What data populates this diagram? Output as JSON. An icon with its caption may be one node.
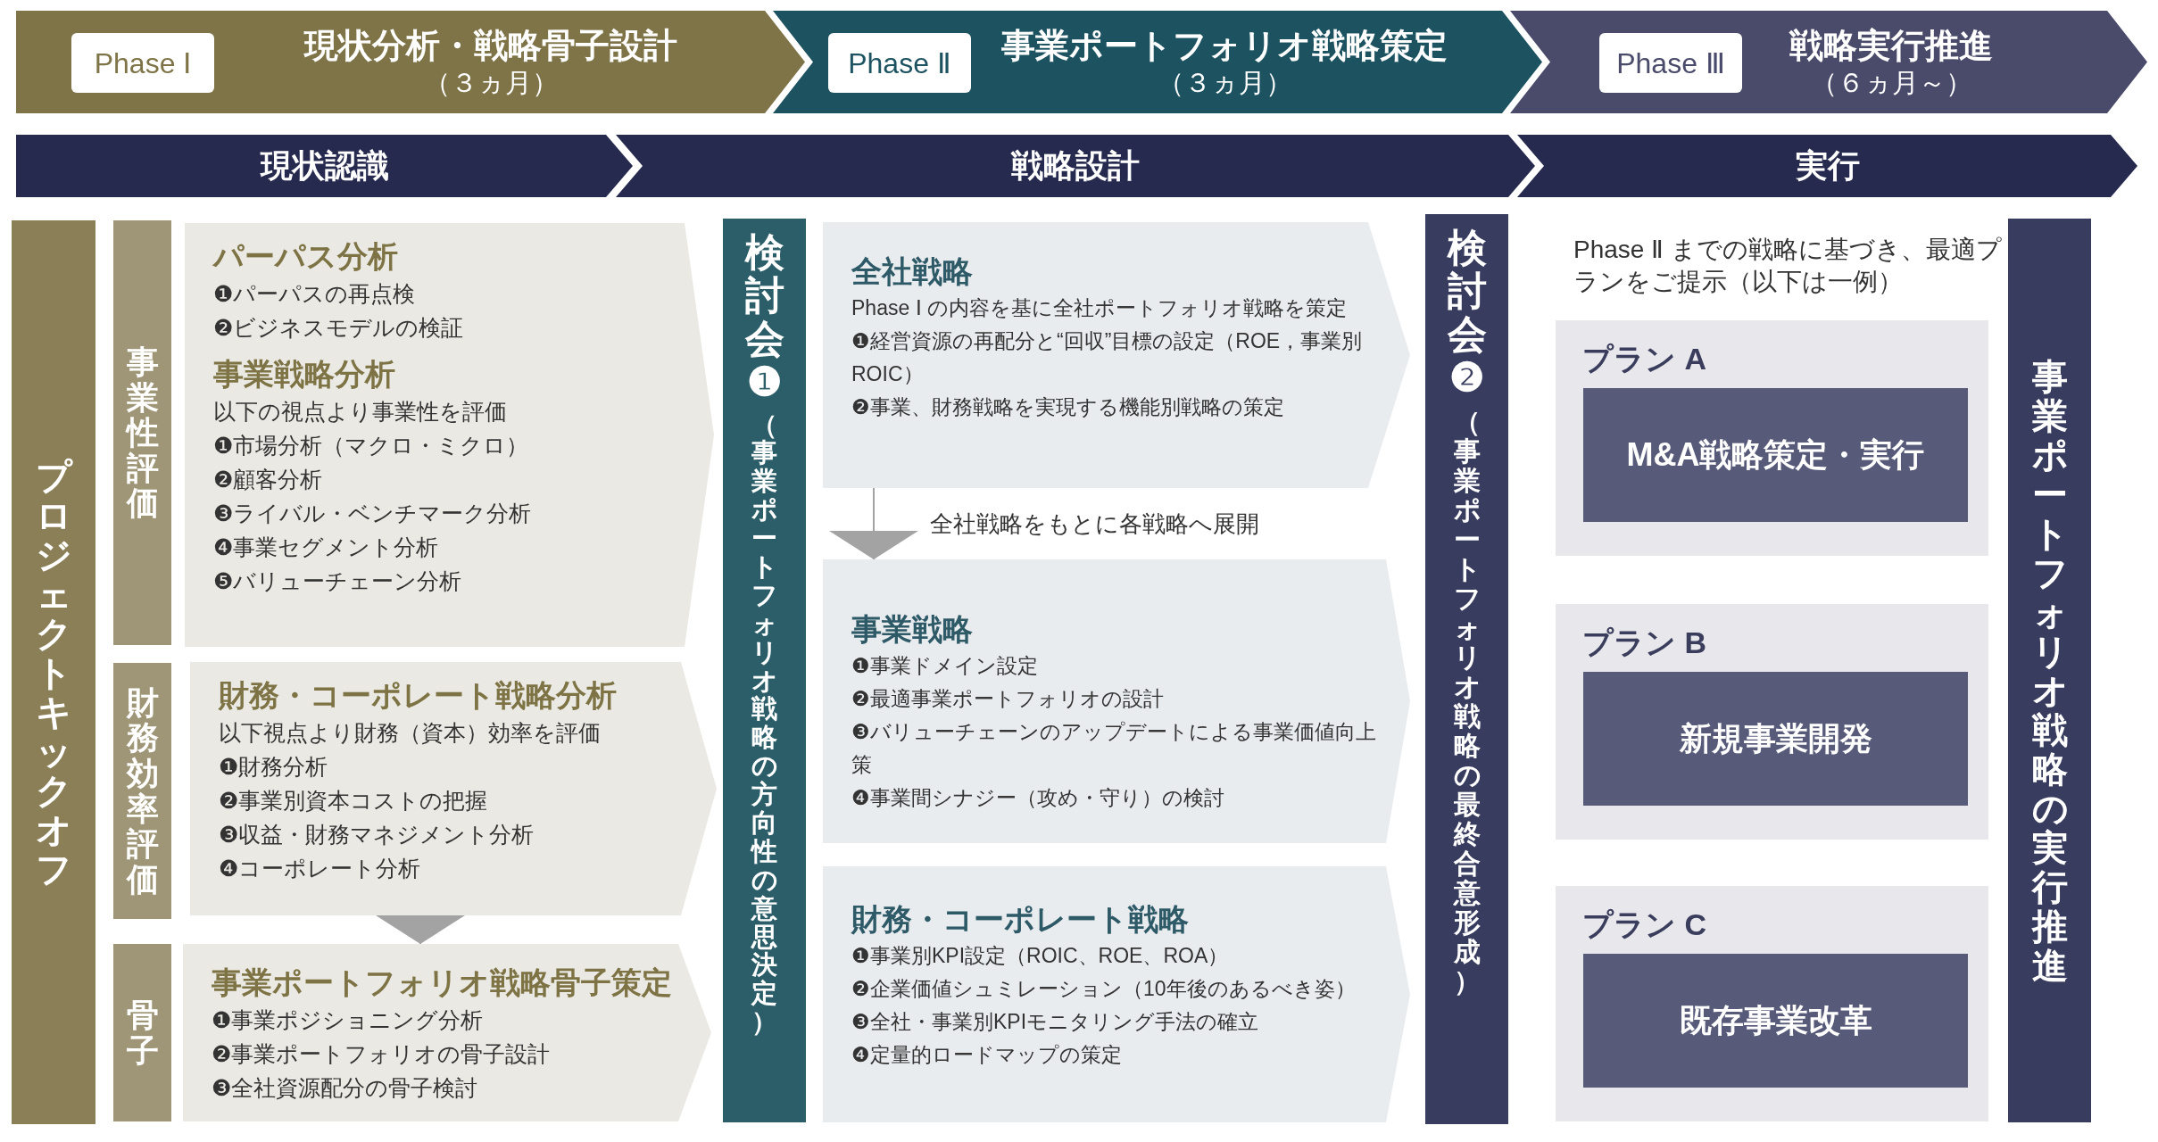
{
  "diagram": {
    "nodes": [
      {
        "text": [
          "現状分析・戦略骨子設計",
          "（３ヵ月）"
        ]
      },
      {
        "text": [
          "Phase Ⅰ"
        ],
        "in": 0
      },
      {
        "text": [
          "事業ポートフォリオ戦略策定",
          "（３ヵ月）"
        ]
      },
      {
        "text": [
          "Phase Ⅱ"
        ],
        "in": 2
      },
      {
        "text": [
          "戦略実行推進",
          "（６ヵ月～）"
        ]
      },
      {
        "text": [
          "Phase Ⅲ"
        ],
        "in": 4
      },
      {
        "text": [
          "現状認識"
        ]
      },
      {
        "text": [
          "戦略設計"
        ]
      },
      {
        "text": [
          "実行"
        ]
      },
      {
        "text": [
          "プロジェクトキックオフ"
        ]
      },
      {
        "text": [
          "事業性評価"
        ]
      },
      {
        "text": [
          "パーパス分析",
          "❶パーパスの再点検",
          "❷ビジネスモデルの検証",
          "事業戦略分析",
          "以下の視点より事業性を評価",
          "❶市場分析（マクロ・ミクロ）",
          "❷顧客分析",
          "❸ライバル・ベンチマーク分析",
          "❹事業セグメント分析",
          "❺バリューチェーン分析"
        ]
      },
      {
        "text": [
          "財務効率評価"
        ]
      },
      {
        "text": [
          "財務・コーポレート戦略分析",
          "以下視点より財務（資本）効率を評価",
          "❶財務分析",
          "❷事業別資本コストの把握",
          "❸収益・財務マネジメント分析",
          "❹コーポレート分析"
        ]
      },
      {
        "text": [
          "骨子"
        ]
      },
      {
        "text": [
          "事業ポートフォリオ戦略骨子策定",
          "❶事業ポジショニング分析",
          "❷事業ポートフォリオの骨子設計",
          "❸全社資源配分の骨子検討"
        ]
      },
      {
        "text": [
          "検討会❶",
          "（事業ポートフォリオ戦略の方向性の意思決定）"
        ]
      },
      {
        "text": [
          "全社戦略",
          "Phase Ⅰ の内容を基に全社ポートフォリオ戦略を策定",
          "❶経営資源の再配分と“回収”目標の設定（ROE，事業別ROIC）",
          "❷事業、財務戦略を実現する機能別戦略の策定"
        ]
      },
      {
        "text": [
          "事業戦略",
          "❶事業ドメイン設定",
          "❷最適事業ポートフォリオの設計",
          "❸バリューチェーンのアップデートによる事業価値向上策",
          "❹事業間シナジー（攻め・守り）の検討"
        ]
      },
      {
        "text": [
          "財務・コーポレート戦略",
          "❶事業別KPI設定（ROIC、ROE、ROA）",
          "❷企業価値シュミレーション（10年後のあるべき姿）",
          "❸全社・事業別KPIモニタリング手法の確立",
          "❹定量的ロードマップの策定"
        ]
      },
      {
        "text": [
          "検討会❷",
          "（事業ポートフォリオ戦略の最終合意形成）"
        ]
      },
      {
        "text": [
          "プラン A"
        ]
      },
      {
        "text": [
          "M&A戦略策定・実行"
        ],
        "in": 21
      },
      {
        "text": [
          "プラン B"
        ]
      },
      {
        "text": [
          "新規事業開発"
        ],
        "in": 23
      },
      {
        "text": [
          "プラン C"
        ]
      },
      {
        "text": [
          "既存事業改革"
        ],
        "in": 25
      },
      {
        "text": [
          "事業ポートフォリオ戦略の実行推進"
        ]
      }
    ],
    "edges": [
      {
        "from": 13,
        "to": 15,
        "arrow": "to"
      },
      {
        "from": 17,
        "to": 18,
        "arrow": "to",
        "label": "全社戦略をもとに各戦略へ展開"
      }
    ],
    "labels": [
      "Phase Ⅱ までの戦略に基づき、最適プランをご提示（以下は一例）"
    ]
  }
}
